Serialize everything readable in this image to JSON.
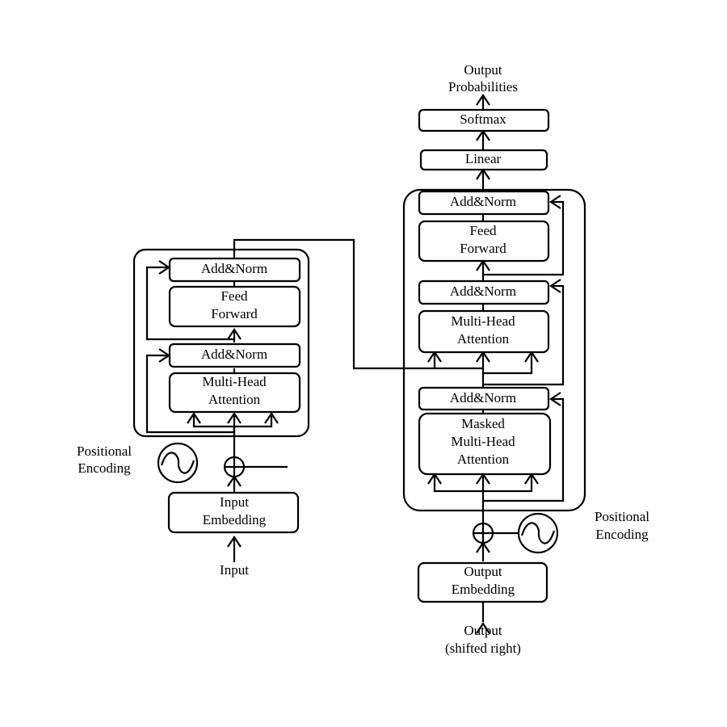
{
  "encoder": {
    "add_norm_top": "Add&Norm",
    "feed_forward": [
      "Feed",
      "Forward"
    ],
    "add_norm_bottom": "Add&Norm",
    "attention": [
      "Multi-Head",
      "Attention"
    ],
    "positional_encoding": [
      "Positional",
      "Encoding"
    ],
    "embedding": [
      "Input",
      "Embedding"
    ],
    "input_label": "Input"
  },
  "decoder": {
    "output_probabilities": [
      "Output",
      "Probabilities"
    ],
    "softmax": "Softmax",
    "linear": "Linear",
    "add_norm_top": "Add&Norm",
    "feed_forward": [
      "Feed",
      "Forward"
    ],
    "add_norm_mid": "Add&Norm",
    "attention": [
      "Multi-Head",
      "Attention"
    ],
    "add_norm_bottom": "Add&Norm",
    "masked_attention": [
      "Masked",
      "Multi-Head",
      "Attention"
    ],
    "positional_encoding": [
      "Positional",
      "Encoding"
    ],
    "embedding": [
      "Output",
      "Embedding"
    ],
    "output_label": [
      "Output",
      "(shifted right)"
    ]
  }
}
